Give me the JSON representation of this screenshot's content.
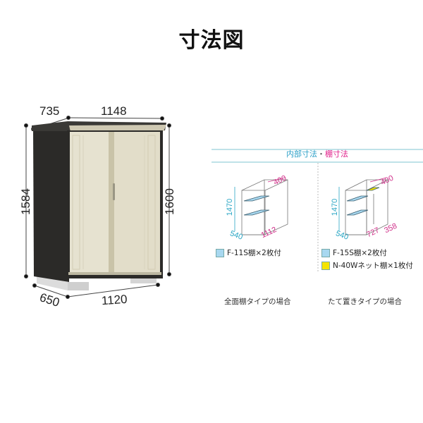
{
  "title": "寸法図",
  "shed": {
    "dimensions": {
      "top_depth": "735",
      "top_width": "1148",
      "height_left": "1584",
      "height_right": "1600",
      "bottom_depth": "650",
      "bottom_width": "1120"
    },
    "colors": {
      "body": "#2b2a28",
      "door": "#e6e2d0",
      "door_trim": "#c9c3a8",
      "base": "#d8d8d8"
    }
  },
  "panel": {
    "header": {
      "part_a": "内部寸法",
      "separator": "・",
      "part_b": "棚寸法"
    },
    "colors": {
      "line": "#5fb7c9",
      "header_a": "#2a9fc7",
      "header_b": "#e0208a",
      "dim_pink": "#d0308a",
      "dim_cyan": "#2aa6c4",
      "shelf_blue": "#a8d8f0",
      "shelf_yellow": "#f5e400"
    },
    "left": {
      "dims": {
        "height": "1470",
        "top_depth": "400",
        "bottom_depth": "540",
        "width": "1112"
      },
      "legend": [
        {
          "swatch": "blue",
          "label": "F-11S棚×2枚付"
        }
      ],
      "caption": "全面棚タイプの場合"
    },
    "right": {
      "dims": {
        "height": "1470",
        "top_depth": "400",
        "bottom_depth": "540",
        "width_a": "727",
        "width_b": "358"
      },
      "legend": [
        {
          "swatch": "blue",
          "label": "F-15S棚×2枚付"
        },
        {
          "swatch": "yellow",
          "label": "N-40Wネット棚×1枚付"
        }
      ],
      "caption": "たて置きタイプの場合"
    }
  }
}
